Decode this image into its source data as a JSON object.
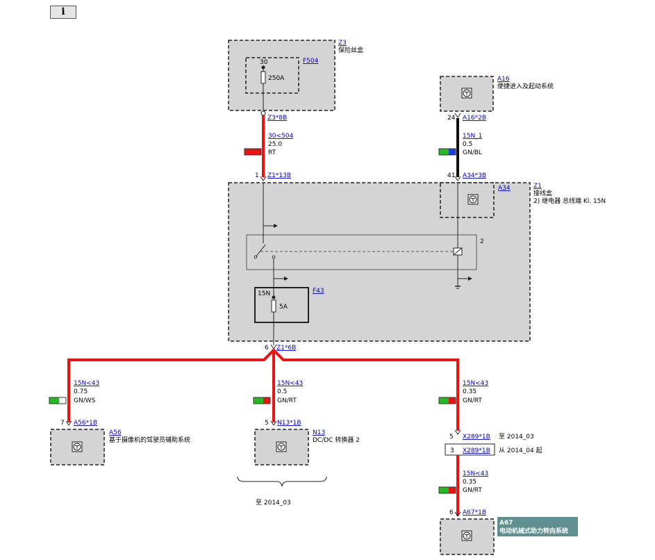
{
  "toolbar": {
    "info_label": "i"
  },
  "components": {
    "z3": {
      "id": "Z3",
      "name": "保险丝盒"
    },
    "f504": {
      "id": "F504",
      "pin": "30",
      "rating": "250A"
    },
    "a16": {
      "id": "A16",
      "name": "便捷进入及起动系统"
    },
    "z1": {
      "id": "Z1",
      "name": "接线盒",
      "note": "2)   继电器 总线端 Kl. 15N"
    },
    "a34": {
      "id": "A34"
    },
    "f43": {
      "id": "F43",
      "pin": "15N",
      "rating": "5A"
    },
    "relay_label": "2",
    "a56": {
      "id": "A56",
      "name": "基于摄像机的驾驶员辅助系统"
    },
    "n13": {
      "id": "N13",
      "name": "DC/DC 转换器 2"
    },
    "a67": {
      "id": "A67",
      "name": "电动机械式助力转向系统"
    }
  },
  "connectors": {
    "z3_8b": {
      "label": "Z3*8B"
    },
    "z1_13b": {
      "label": "Z1*13B",
      "pin": "1"
    },
    "a16_2b": {
      "label": "A16*2B",
      "pin": "24"
    },
    "a34_3b": {
      "label": "A34*3B",
      "pin": "41"
    },
    "z1_6b": {
      "label": "Z1*6B",
      "pin": "6"
    },
    "a56_1b": {
      "label": "A56*1B",
      "pin": "7"
    },
    "n13_1b": {
      "label": "N13*1B",
      "pin": "5"
    },
    "x289_a": {
      "label": "X289*1B",
      "pin": "5",
      "note": "至 2014_03"
    },
    "x289_b": {
      "label": "X289*1B",
      "pin": "3",
      "note": "从 2014_04 起"
    },
    "a67_1b": {
      "label": "A67*1B",
      "pin": "6"
    }
  },
  "wires": {
    "w1": {
      "signal": "30<504",
      "size": "25.0",
      "color": "RT"
    },
    "w2": {
      "signal": "15N_1",
      "size": "0.5",
      "color": "GN/BL"
    },
    "w3": {
      "signal": "15N<43",
      "size": "0.75",
      "color": "GN/WS"
    },
    "w4": {
      "signal": "15N<43",
      "size": "0.5",
      "color": "GN/RT"
    },
    "w5": {
      "signal": "15N<43",
      "size": "0.35",
      "color": "GN/RT"
    },
    "w6": {
      "signal": "15N<43",
      "size": "0.35",
      "color": "GN/RT"
    }
  },
  "bracket_note": "至 2014_03",
  "colors": {
    "wire_red": "#ee1111",
    "wire_black": "#111111",
    "green": "#22bb22",
    "blue": "#1a3fe0",
    "white": "#ffffff",
    "box_fill": "#d4d4d4",
    "highlight": "#5f8f8f"
  }
}
